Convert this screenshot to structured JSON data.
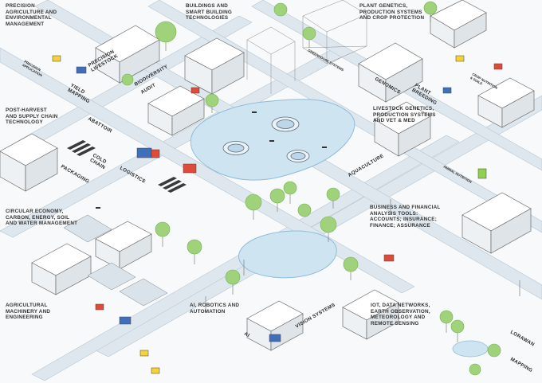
{
  "headings": {
    "precision_agriculture": "PRECISION\nAGRICULTURE AND\nENVIRONMENTAL\nMANAGEMENT",
    "buildings": "BUILDINGS AND\nSMART BUILDING\nTECHNOLOGIES",
    "plant_genetics": "PLANT GENETICS,\nPRODUCTION SYSTEMS\nAND CROP PROTECTION",
    "post_harvest": "POST-HARVEST\nAND SUPPLY CHAIN\nTECHNOLOGY",
    "livestock": "LIVESTOCK GENETICS,\nPRODUCTION SYSTEMS\nAND VET & MED",
    "circular_economy": "CIRCULAR ECONOMY,\nCARBON, ENERGY, SOIL\nAND WATER MANAGEMENT",
    "business": "BUSINESS AND FINANCIAL\nANALYSIS TOOLS:\nACCOUNTS; INSURANCE;\nFINANCE; ASSURANCE",
    "machinery": "AGRICULTURAL\nMACHINERY AND\nENGINEERING",
    "ai_robotics": "AI, ROBOTICS AND\nAUTOMATION",
    "iot": "IOT, DATA NETWORKS,\nEARTH OBSERVATION,\nMETEOROLOGY AND\nREMOTE SENSING"
  },
  "street_labels": {
    "biodiversity": "BIODIVERSITY",
    "audit": "AUDIT",
    "precision_livestock": "PRECISION\nLIVESTOCK",
    "yield_mapping": "YIELD\nMAPPING",
    "logistics": "LOGISTICS",
    "cold_chain": "COLD\nCHAIN",
    "aquaculture": "AQUACULTURE",
    "plant_breeding": "PLANT\nBREEDING",
    "animal_nutrition": "ANIMAL\nNUTRITION",
    "crop_nutrition": "CROP NUTRITION\n& SOILS",
    "vision_systems": "VISION SYSTEMS",
    "ai": "AI",
    "lorawan": "LORAWAN",
    "mapping": "MAPPING",
    "abattoir": "ABATTOIR",
    "packaging": "PACKAGING",
    "genomics": "GENOMICS",
    "greenhouse": "GREENHOUSE\nSYSTEMS",
    "precision_app": "PRECISION\nAPPLICATION"
  },
  "colors": {
    "water": "#cfe4f1",
    "water_edge": "#8fbcd8",
    "road": "#dfe7ee",
    "tree": "#9fd27a",
    "tree_dark": "#6fb24f",
    "line": "#6d6d6d",
    "heading": "#333333"
  }
}
